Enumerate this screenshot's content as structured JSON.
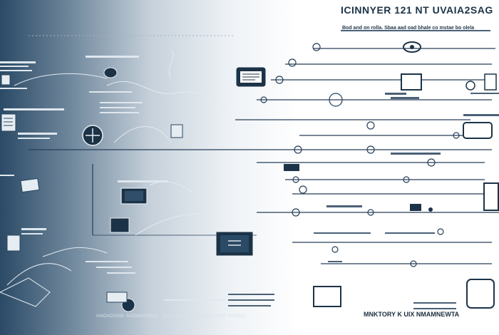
{
  "title": "ICINNYER 121 NT UVAIA2SAG",
  "subtitle": "Bod and on rolla. Sbaa aad oad bhale co mstae bo olela",
  "footer_left": "ANOADONE SOONNOEDS · BAD OAN TRE 1 ODSTAND SONNS",
  "footer_right": "MNKTORY K UIX NMAMNEWTA",
  "icon_names": [
    "monitor-icon",
    "eye-icon",
    "gear-icon",
    "book-icon",
    "tablet-icon",
    "car-icon",
    "robot-icon",
    "phone-icon"
  ],
  "colors": {
    "navy": "#1c3347",
    "gradient_dark": "#2b4a66",
    "line": "#263f57",
    "paper": "#ffffff"
  }
}
